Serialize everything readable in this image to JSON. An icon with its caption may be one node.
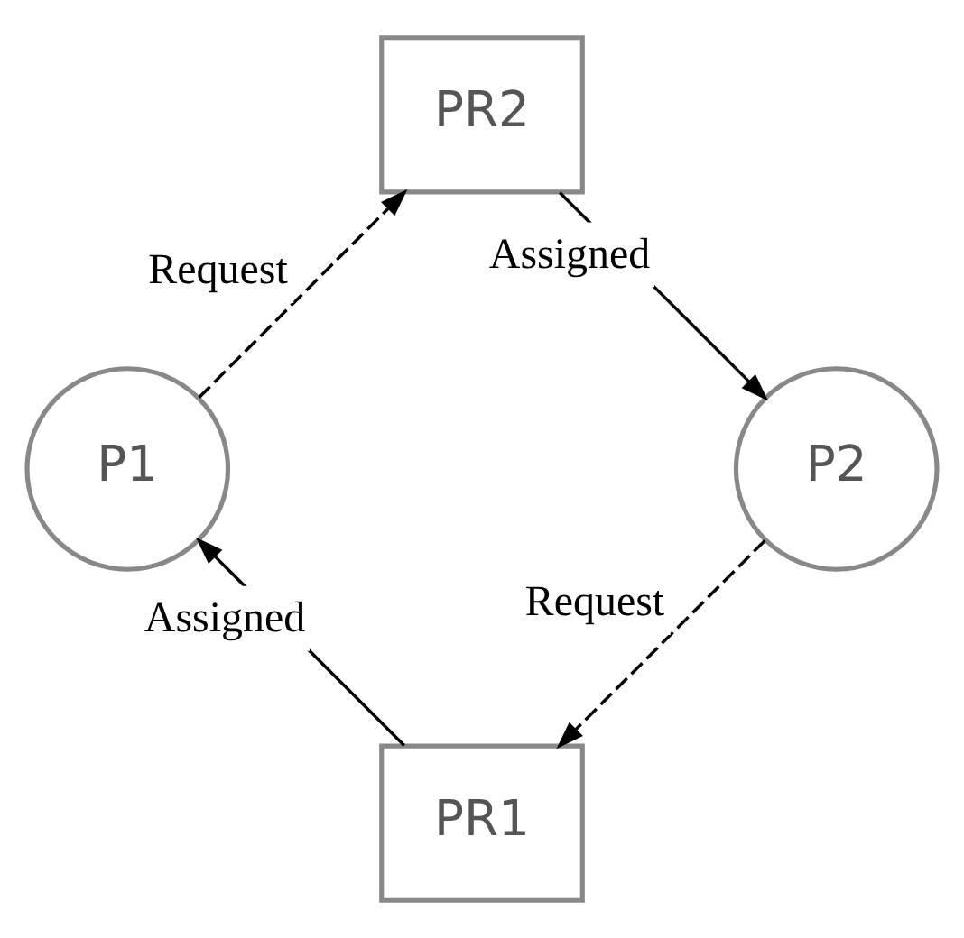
{
  "diagram": {
    "nodes": [
      {
        "text": [
          "PR1"
        ]
      },
      {
        "text": [
          "P1"
        ]
      },
      {
        "text": [
          "PR2"
        ]
      },
      {
        "text": [
          "P2"
        ]
      }
    ],
    "edges": [
      {
        "from": 0,
        "to": 1,
        "arrow": "to",
        "label": "Assigned"
      },
      {
        "from": 1,
        "to": 2,
        "arrow": "to",
        "label": "Request",
        "style": "dashed"
      },
      {
        "from": 2,
        "to": 3,
        "arrow": "to",
        "label": "Assigned"
      },
      {
        "from": 3,
        "to": 0,
        "arrow": "to",
        "label": "Request",
        "style": "dashed"
      }
    ]
  }
}
